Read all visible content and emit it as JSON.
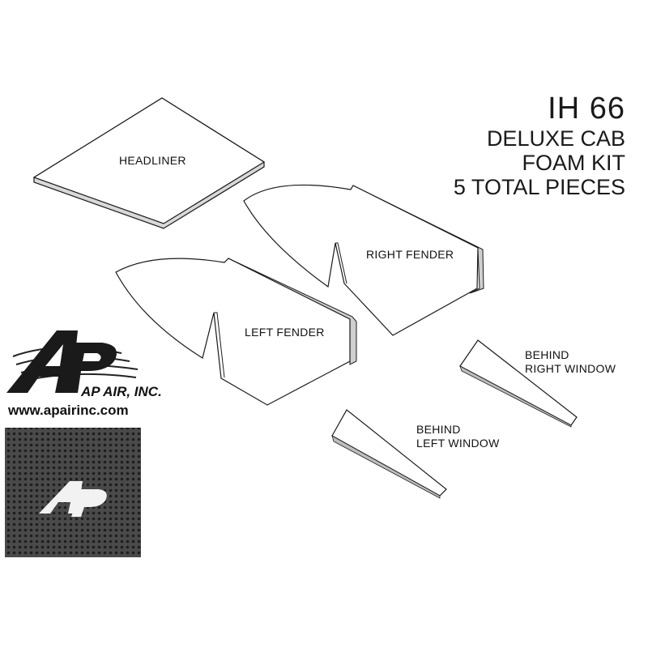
{
  "title": {
    "main": "IH 66",
    "lines": [
      "DELUXE CAB",
      "FOAM KIT",
      "5 TOTAL PIECES"
    ]
  },
  "pieces": {
    "headliner": "HEADLINER",
    "right_fender": "RIGHT FENDER",
    "left_fender": "LEFT FENDER",
    "behind_right_window": [
      "BEHIND",
      "RIGHT WINDOW"
    ],
    "behind_left_window": [
      "BEHIND",
      "LEFT WINDOW"
    ]
  },
  "logo": {
    "mark": "AP",
    "company": "AP AIR, INC.",
    "url": "www.apairinc.com"
  },
  "colors": {
    "line": "#1a1a1a",
    "swatch": "#3a3a3a"
  }
}
